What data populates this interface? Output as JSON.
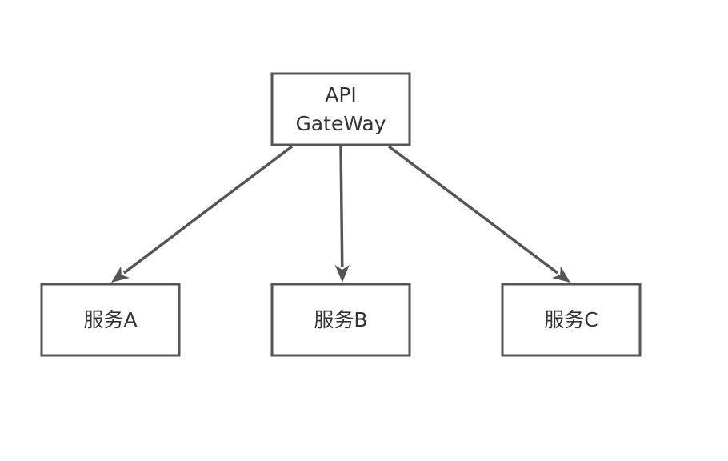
{
  "diagram": {
    "nodes": [
      {
        "id": "gateway",
        "lines": [
          "API",
          "GateWay"
        ]
      },
      {
        "id": "service-a",
        "lines": [
          "服务A"
        ]
      },
      {
        "id": "service-b",
        "lines": [
          "服务B"
        ]
      },
      {
        "id": "service-c",
        "lines": [
          "服务C"
        ]
      }
    ],
    "edges": [
      {
        "from": "gateway",
        "to": "service-a"
      },
      {
        "from": "gateway",
        "to": "service-b"
      },
      {
        "from": "gateway",
        "to": "service-c"
      }
    ],
    "colors": {
      "stroke": "#555555",
      "text": "#333333",
      "background": "#ffffff"
    }
  }
}
